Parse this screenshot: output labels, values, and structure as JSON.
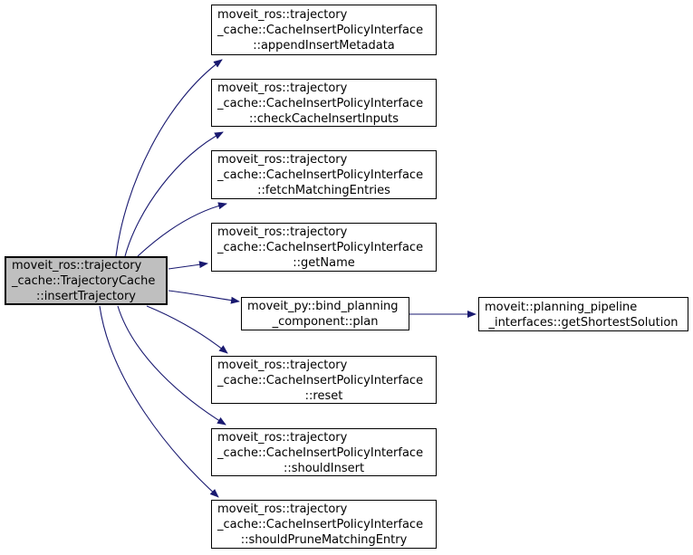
{
  "diagram": {
    "kind": "call-graph",
    "colors": {
      "edge": "#191970",
      "node_border": "#000000",
      "node_fill": "#ffffff",
      "highlight_fill": "#bfbfbf",
      "text": "#000000",
      "background": "#ffffff"
    },
    "nodes": [
      {
        "id": "insertTrajectory",
        "highlight": true,
        "lines": [
          "moveit_ros::trajectory",
          "_cache::TrajectoryCache",
          "::insertTrajectory"
        ]
      },
      {
        "id": "appendInsertMetadata",
        "highlight": false,
        "lines": [
          "moveit_ros::trajectory",
          "_cache::CacheInsertPolicyInterface",
          "::appendInsertMetadata"
        ]
      },
      {
        "id": "checkCacheInsertInputs",
        "highlight": false,
        "lines": [
          "moveit_ros::trajectory",
          "_cache::CacheInsertPolicyInterface",
          "::checkCacheInsertInputs"
        ]
      },
      {
        "id": "fetchMatchingEntries",
        "highlight": false,
        "lines": [
          "moveit_ros::trajectory",
          "_cache::CacheInsertPolicyInterface",
          "::fetchMatchingEntries"
        ]
      },
      {
        "id": "getName",
        "highlight": false,
        "lines": [
          "moveit_ros::trajectory",
          "_cache::CacheInsertPolicyInterface",
          "::getName"
        ]
      },
      {
        "id": "plan",
        "highlight": false,
        "lines": [
          "moveit_py::bind_planning",
          "_component::plan"
        ]
      },
      {
        "id": "reset",
        "highlight": false,
        "lines": [
          "moveit_ros::trajectory",
          "_cache::CacheInsertPolicyInterface",
          "::reset"
        ]
      },
      {
        "id": "shouldInsert",
        "highlight": false,
        "lines": [
          "moveit_ros::trajectory",
          "_cache::CacheInsertPolicyInterface",
          "::shouldInsert"
        ]
      },
      {
        "id": "shouldPruneMatchingEntry",
        "highlight": false,
        "lines": [
          "moveit_ros::trajectory",
          "_cache::CacheInsertPolicyInterface",
          "::shouldPruneMatchingEntry"
        ]
      },
      {
        "id": "getShortestSolution",
        "highlight": false,
        "lines": [
          "moveit::planning_pipeline",
          "_interfaces::getShortestSolution"
        ]
      }
    ],
    "edges": [
      {
        "from": "insertTrajectory",
        "to": "appendInsertMetadata"
      },
      {
        "from": "insertTrajectory",
        "to": "checkCacheInsertInputs"
      },
      {
        "from": "insertTrajectory",
        "to": "fetchMatchingEntries"
      },
      {
        "from": "insertTrajectory",
        "to": "getName"
      },
      {
        "from": "insertTrajectory",
        "to": "plan"
      },
      {
        "from": "insertTrajectory",
        "to": "reset"
      },
      {
        "from": "insertTrajectory",
        "to": "shouldInsert"
      },
      {
        "from": "insertTrajectory",
        "to": "shouldPruneMatchingEntry"
      },
      {
        "from": "plan",
        "to": "getShortestSolution"
      }
    ]
  }
}
